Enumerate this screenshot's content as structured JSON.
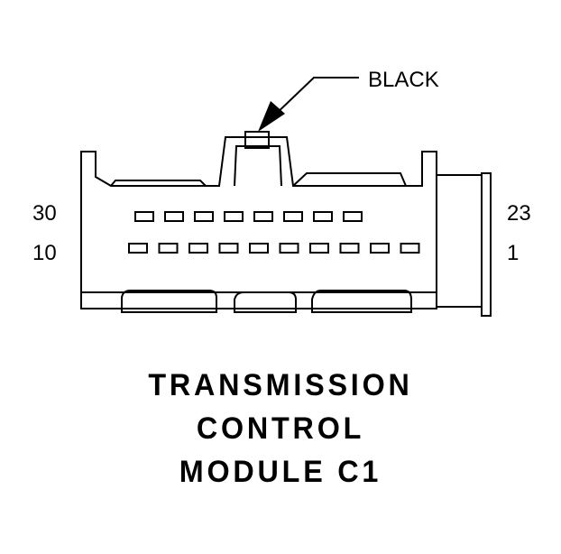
{
  "callout": {
    "label": "BLACK"
  },
  "pin_labels": {
    "top_left": "30",
    "bottom_left": "10",
    "top_right": "23",
    "bottom_right": "1"
  },
  "title": {
    "line1": "TRANSMISSION",
    "line2": "CONTROL",
    "line3": "MODULE C1"
  },
  "colors": {
    "ink": "#000000",
    "paper": "#ffffff"
  }
}
